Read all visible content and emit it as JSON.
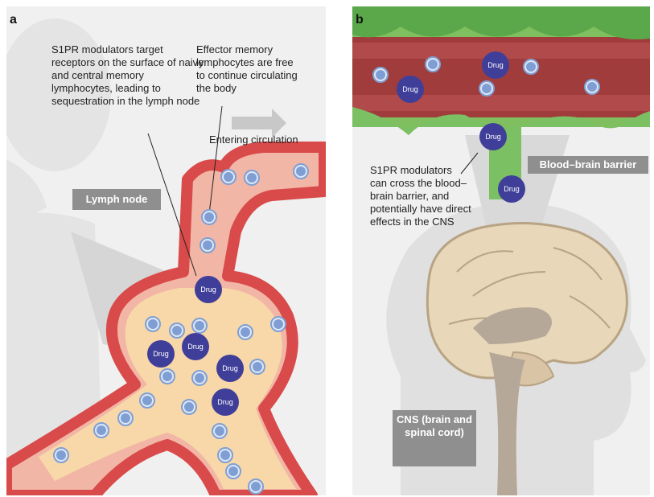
{
  "panel_a": {
    "letter": "a",
    "text_sequestration": "S1PR modulators target receptors on the surface of naive and central memory lymphocytes, leading to sequestration in the lymph node",
    "text_effector": "Effector memory lymphocytes are free to continue circulating the body",
    "text_circulation": "Entering circulation",
    "label_lymph_node": "Lymph node",
    "drug_label": "Drug"
  },
  "panel_b": {
    "letter": "b",
    "text_cross": "S1PR modulators can cross the blood–brain barrier, and potentially have direct effects in the CNS",
    "label_bbb": "Blood–brain barrier",
    "label_cns": "CNS (brain and spinal cord)",
    "drug_label": "Drug"
  },
  "colors": {
    "vessel_wall": "#d94a4a",
    "vessel_fill": "#f2b6a6",
    "node_fill": "#f8d8a8",
    "lymphocyte": "#7f9fd4",
    "drug": "#3f3f9a",
    "callout_bg": "#8f8f8f",
    "endothelium": "#5aa84a",
    "blood": "#a03c3c",
    "brain": "#e8d7b8"
  }
}
